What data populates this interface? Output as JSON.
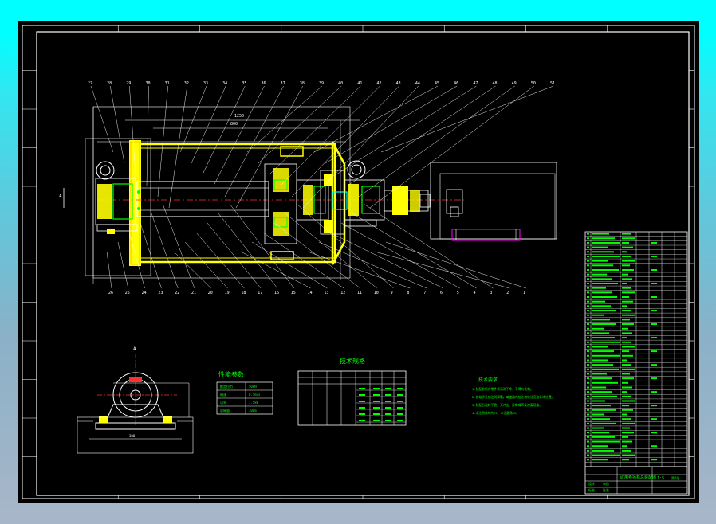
{
  "title_block": {
    "drawing_title": "矿用卷扬机总装配图",
    "scale": "1:5",
    "sheet": "第1张",
    "footer_labels": [
      "设计",
      "审核",
      "标准",
      "批准"
    ]
  },
  "tables": {
    "performance": {
      "title": "性能参数",
      "rows": [
        [
          "额定拉力",
          "50kN"
        ],
        [
          "绳速",
          "0.5m/s"
        ],
        [
          "功率",
          "7.5kW"
        ],
        [
          "容绳量",
          "100m"
        ]
      ]
    },
    "tech": {
      "title": "技术规格"
    }
  },
  "notes": {
    "heading": "技术要求",
    "lines": [
      "1.装配前所有零件须清洗干净，不得有毛刺。",
      "2.各轴承处加注润滑脂，减速器内加注齿轮油至油标线位置。",
      "3.装配后运转平稳，无冲击、异常噪声及渗漏现象。",
      "4.未注倒角均为C1，未注圆角R2。"
    ]
  },
  "section_label": "A",
  "balloons_top": [
    "27",
    "28",
    "29",
    "30",
    "31",
    "32",
    "33",
    "34",
    "35",
    "36",
    "37",
    "38",
    "39",
    "40",
    "41",
    "42",
    "43",
    "44",
    "45",
    "46",
    "47",
    "48",
    "49",
    "50",
    "51"
  ],
  "balloons_bottom": [
    "26",
    "25",
    "24",
    "23",
    "22",
    "21",
    "20",
    "19",
    "18",
    "17",
    "16",
    "15",
    "14",
    "13",
    "12",
    "11",
    "10",
    "9",
    "8",
    "7",
    "6",
    "5",
    "4",
    "3",
    "2",
    "1"
  ],
  "colors": {
    "cyan": "#00ffff",
    "yellow": "#ffff00",
    "green": "#00ff00",
    "white": "#ffffff",
    "red": "#ff3030",
    "magenta": "#ff00ff"
  }
}
